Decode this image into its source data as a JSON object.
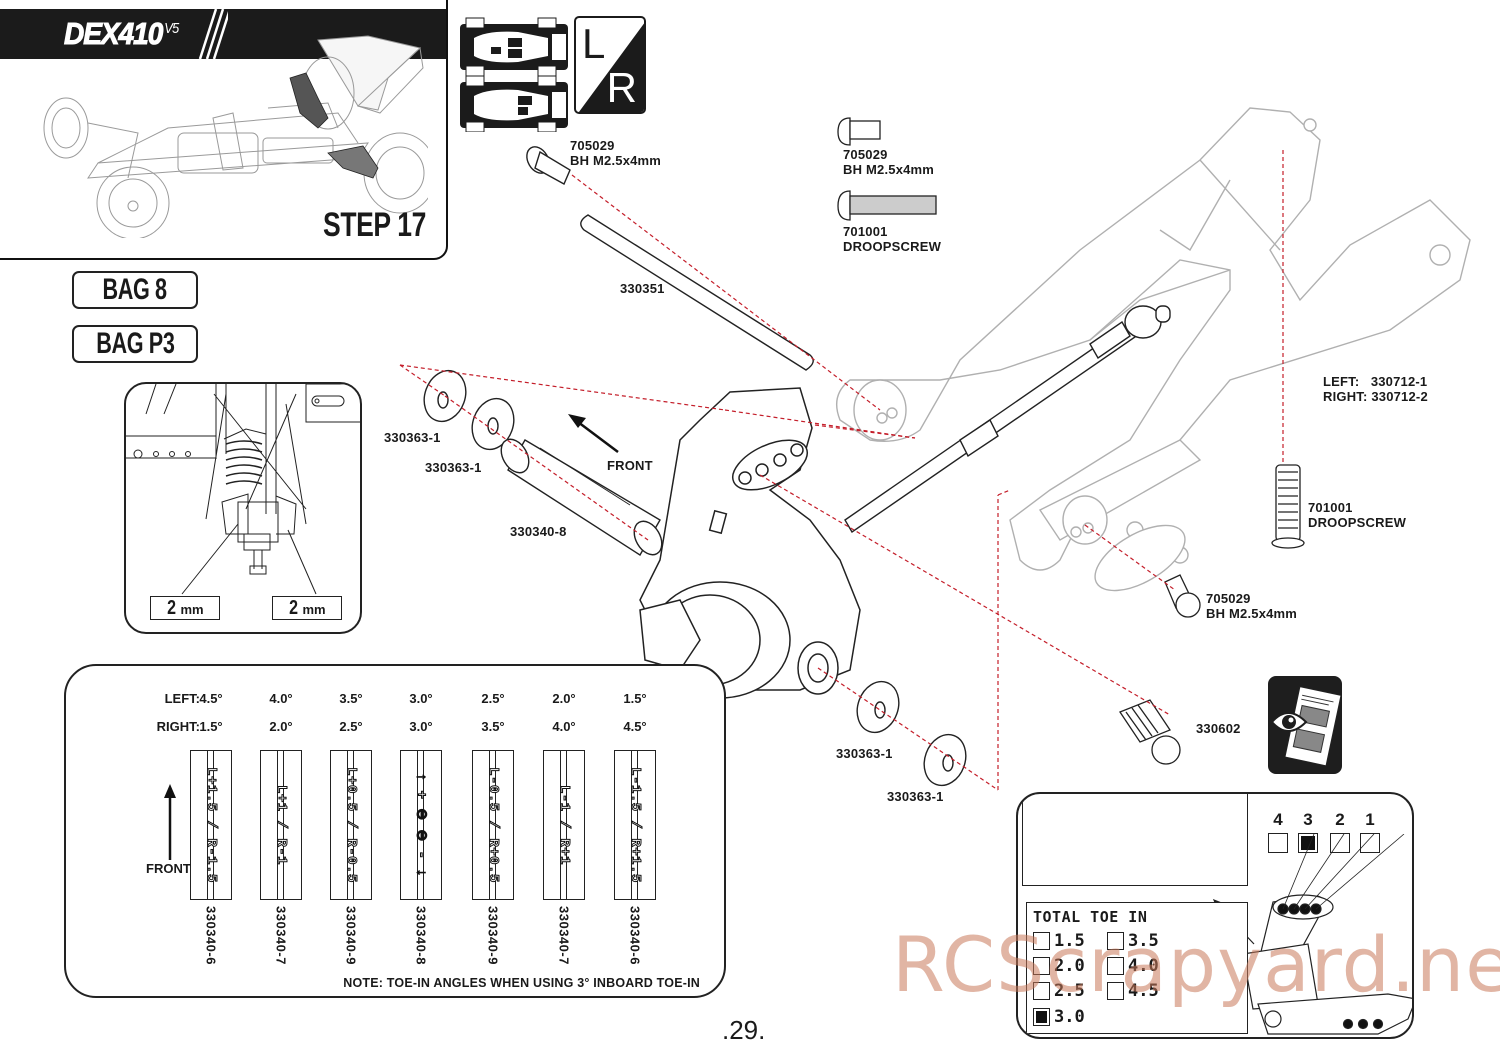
{
  "header": {
    "brand": "DEX410",
    "brand_version": "V5",
    "step_label": "STEP 17"
  },
  "orientation_badge": {
    "left_letter": "L",
    "right_letter": "R"
  },
  "bags": [
    "BAG 8",
    "BAG P3"
  ],
  "inset_detail": {
    "spacers": [
      {
        "value": "2",
        "unit": "mm"
      },
      {
        "value": "2",
        "unit": "mm"
      }
    ]
  },
  "parts_legend": [
    {
      "part_no": "705029",
      "desc": "BH M2.5x4mm"
    },
    {
      "part_no": "701001",
      "desc": "DROOPSCREW"
    }
  ],
  "callouts": {
    "screw_top": {
      "part_no": "705029",
      "desc": "BH M2.5x4mm"
    },
    "pin": "330351",
    "washer_a": "330363-1",
    "washer_b": "330363-1",
    "insert": "330340-8",
    "front_label": "FRONT",
    "arm": {
      "left": "LEFT:   330712-1",
      "right": "RIGHT: 330712-2"
    },
    "droopscrew": {
      "part_no": "701001",
      "desc": "DROOPSCREW"
    },
    "screw_bottom": {
      "part_no": "705029",
      "desc": "BH M2.5x4mm"
    },
    "ballstud": "330602",
    "washer_c": "330363-1",
    "washer_d": "330363-1"
  },
  "toe_chart": {
    "left_label": "LEFT:",
    "right_label": "RIGHT:",
    "front_label": "FRONT",
    "columns": [
      {
        "left": "4.5°",
        "right": "1.5°",
        "marking": "L+1.5 / R-1.5",
        "part_no": "330340-6"
      },
      {
        "left": "4.0°",
        "right": "2.0°",
        "marking": "L+1 / R-1",
        "part_no": "330340-7"
      },
      {
        "left": "3.5°",
        "right": "2.5°",
        "marking": "L+0.5 / R-0.5",
        "part_no": "330340-9"
      },
      {
        "left": "3.0°",
        "right": "3.0°",
        "marking": "↑ + ⊖ ⊖ - ↓",
        "part_no": "330340-8"
      },
      {
        "left": "2.5°",
        "right": "3.5°",
        "marking": "L-0.5 / R+0.5",
        "part_no": "330340-9"
      },
      {
        "left": "2.0°",
        "right": "4.0°",
        "marking": "L-1 / R+1",
        "part_no": "330340-7"
      },
      {
        "left": "1.5°",
        "right": "4.5°",
        "marking": "L-1.5 / R+1.5",
        "part_no": "330340-6"
      }
    ],
    "note": "NOTE: TOE-IN ANGLES WHEN USING 3° INBOARD TOE-IN"
  },
  "setup_sheet": {
    "holes": [
      {
        "label": "4",
        "selected": false
      },
      {
        "label": "3",
        "selected": true
      },
      {
        "label": "2",
        "selected": false
      },
      {
        "label": "1",
        "selected": false
      }
    ],
    "total_toe_title": "TOTAL TOE IN",
    "toe_options": [
      {
        "label": "1.5",
        "selected": false
      },
      {
        "label": "3.5",
        "selected": false
      },
      {
        "label": "2.0",
        "selected": false
      },
      {
        "label": "4.0",
        "selected": false
      },
      {
        "label": "2.5",
        "selected": false
      },
      {
        "label": "4.5",
        "selected": false
      },
      {
        "label": "3.0",
        "selected": true
      }
    ]
  },
  "icons": {
    "view_setup_sheet": "eye-document-icon",
    "car_orientation": "car-topview-icon"
  },
  "watermark": "RCScrapyard.net",
  "page_number": ".29."
}
